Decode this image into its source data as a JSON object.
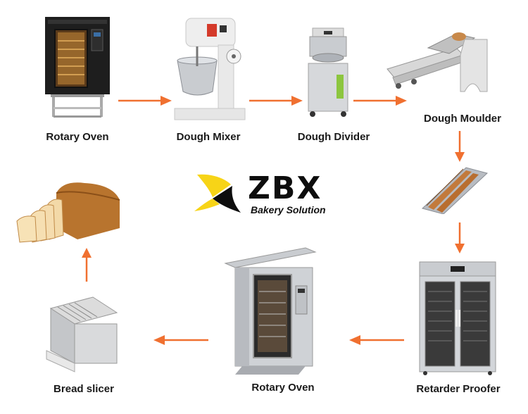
{
  "brand": {
    "name": "ZBX",
    "tagline": "Bakery Solution",
    "accent_color": "#f7d417"
  },
  "arrow_color": "#f07030",
  "steps": [
    {
      "label": "Rotary Oven",
      "icon": "convection-oven-icon"
    },
    {
      "label": "Dough Mixer",
      "icon": "planetary-mixer-icon"
    },
    {
      "label": "Dough Divider",
      "icon": "dough-divider-icon"
    },
    {
      "label": "Dough Moulder",
      "icon": "dough-moulder-icon"
    },
    {
      "label": "",
      "icon": "baguette-tray-icon"
    },
    {
      "label": "Retarder Proofer",
      "icon": "proofer-cabinet-icon"
    },
    {
      "label": "Rotary Oven",
      "icon": "rotary-rack-oven-icon"
    },
    {
      "label": "Bread slicer",
      "icon": "bread-slicer-icon"
    },
    {
      "label": "",
      "icon": "sliced-bread-icon"
    }
  ]
}
